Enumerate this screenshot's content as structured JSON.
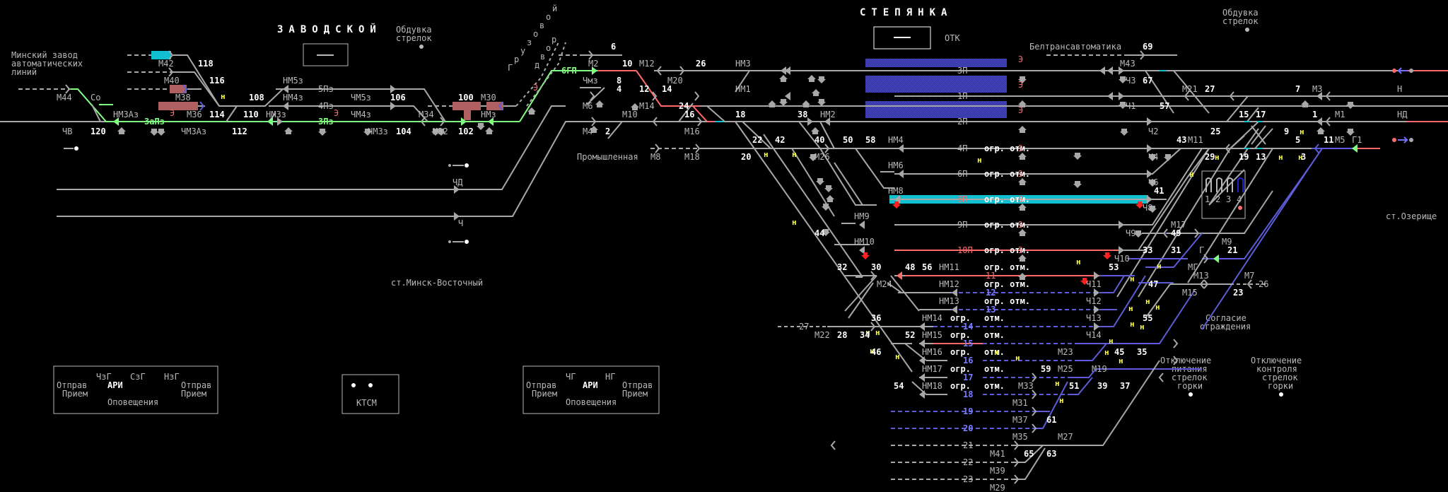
{
  "stations": {
    "zavodskoy": "ЗАВОДСКОЙ",
    "stepyanka": "СТЕПЯНКА",
    "minsk_vostochny": "ст.Минск-Восточный",
    "ozerische": "ст.Озерище"
  },
  "labels": {
    "mzal": [
      "Минский завод",
      "автоматических",
      "линий"
    ],
    "obduvka_left": [
      "Обдувка",
      "стрелок"
    ],
    "obduvka_right": [
      "Обдувка",
      "стрелок"
    ],
    "otk": "ОТК",
    "beltrans": "Белтрансавтоматика",
    "promyshlennaya": "Промышленная",
    "gruzovoy": [
      "Г",
      "р",
      "у",
      "з",
      "о",
      "в",
      "о",
      "й"
    ],
    "dvor": [
      "д",
      "в",
      "о",
      "р"
    ],
    "soglasie": [
      "Согласие",
      "ограждения"
    ],
    "otkl_pitaniya": [
      "Отключение",
      "питания",
      "стрелок",
      "горки"
    ],
    "otkl_kontrolya": [
      "Отключение",
      "контроля",
      "стрелок",
      "горки"
    ],
    "ogr_otm": "огр. отм.",
    "ogr": "огр.",
    "otm": "отм.",
    "e_mark": "Э",
    "n_mark": "н"
  },
  "panels": {
    "ari_left": {
      "chg": "ЧзГ",
      "sg": "СзГ",
      "ng": "НзГ",
      "ari": "АРИ",
      "otprav": "Отправ",
      "priem": "Прием",
      "opov": "Оповещения"
    },
    "ari_right": {
      "chg": "ЧГ",
      "ng": "НГ",
      "ari": "АРИ",
      "otprav": "Отправ",
      "priem": "Прием",
      "opov": "Оповещения"
    },
    "ktsm": "КТСМ",
    "flags": [
      "1",
      "2",
      "3",
      "4"
    ]
  },
  "tracks": {
    "zav": [
      "3аПз",
      "3Пз",
      "4Пз",
      "5Пз",
      "6ГП"
    ],
    "stp": [
      "3П",
      "1П",
      "2П",
      "4П",
      "6П",
      "8П",
      "9П",
      "10П",
      "11",
      "12",
      "13",
      "14",
      "15",
      "16",
      "17",
      "18",
      "19",
      "20",
      "21",
      "22",
      "23",
      "27",
      "26"
    ]
  },
  "signals": {
    "left": [
      "М44",
      "ЧВ",
      "Со",
      "М42",
      "М40",
      "М38",
      "М36",
      "НМ3Аз",
      "ЧМ3Аз",
      "НМ5з",
      "НМ4з",
      "НМ3з",
      "ЧМ5з",
      "ЧМ4з",
      "ЧМ3з",
      "М34",
      "М32",
      "М30",
      "НМз",
      "М2",
      "Чмз",
      "М6",
      "М4",
      "ЧД",
      "Ч"
    ],
    "mid": [
      "М12",
      "М20",
      "М14",
      "М10",
      "М16",
      "М18",
      "М8",
      "НМ3",
      "НМ1",
      "НМ2",
      "М26",
      "НМ4",
      "НМ6",
      "НМ8",
      "НМ9",
      "НМ10",
      "НМ11",
      "НМ12",
      "НМ13",
      "НМ14",
      "НМ15",
      "НМ16",
      "НМ17",
      "НМ18",
      "М24",
      "М22"
    ],
    "right": [
      "М43",
      "Ч3",
      "Ч1",
      "Ч2",
      "Ч4",
      "Ч6",
      "Ч8",
      "Ч9",
      "Ч10",
      "Ч11",
      "Ч12",
      "Ч13",
      "Ч14",
      "М21",
      "М11",
      "М3",
      "М1",
      "М5",
      "Г1",
      "Н",
      "НД",
      "М17",
      "М9",
      "Г",
      "МГ",
      "М13",
      "М15",
      "М7",
      "М23",
      "М25",
      "М19",
      "М33",
      "М31",
      "М37",
      "М35",
      "М27",
      "М41",
      "М39",
      "М29"
    ]
  },
  "switches": {
    "left": [
      "118",
      "116",
      "108",
      "114",
      "110",
      "112",
      "120",
      "106",
      "104",
      "100",
      "102",
      "6",
      "10",
      "8",
      "4",
      "12",
      "14",
      "24",
      "16",
      "2",
      "26",
      "18"
    ],
    "mid": [
      "22",
      "42",
      "40",
      "38",
      "50",
      "58",
      "20",
      "44",
      "32",
      "30",
      "48",
      "56",
      "36",
      "28",
      "34",
      "46",
      "52",
      "54"
    ],
    "right": [
      "69",
      "67",
      "57",
      "27",
      "25",
      "15",
      "17",
      "19",
      "13",
      "7",
      "1",
      "9",
      "5",
      "3",
      "11",
      "43",
      "29",
      "41",
      "49",
      "33",
      "31",
      "21",
      "53",
      "47",
      "55",
      "45",
      "35",
      "59",
      "51",
      "39",
      "37",
      "61",
      "65",
      "63",
      "23"
    ]
  },
  "colors": {
    "bg": "#000000",
    "track": "#a8a8a8",
    "route_green": "#80ff80",
    "occupied_red": "#ff6a6a",
    "reserved_blue": "#5c5cd8",
    "cyan": "#10c0d0",
    "occupancy_block": "#3a3aa8",
    "brown": "#b06060"
  }
}
